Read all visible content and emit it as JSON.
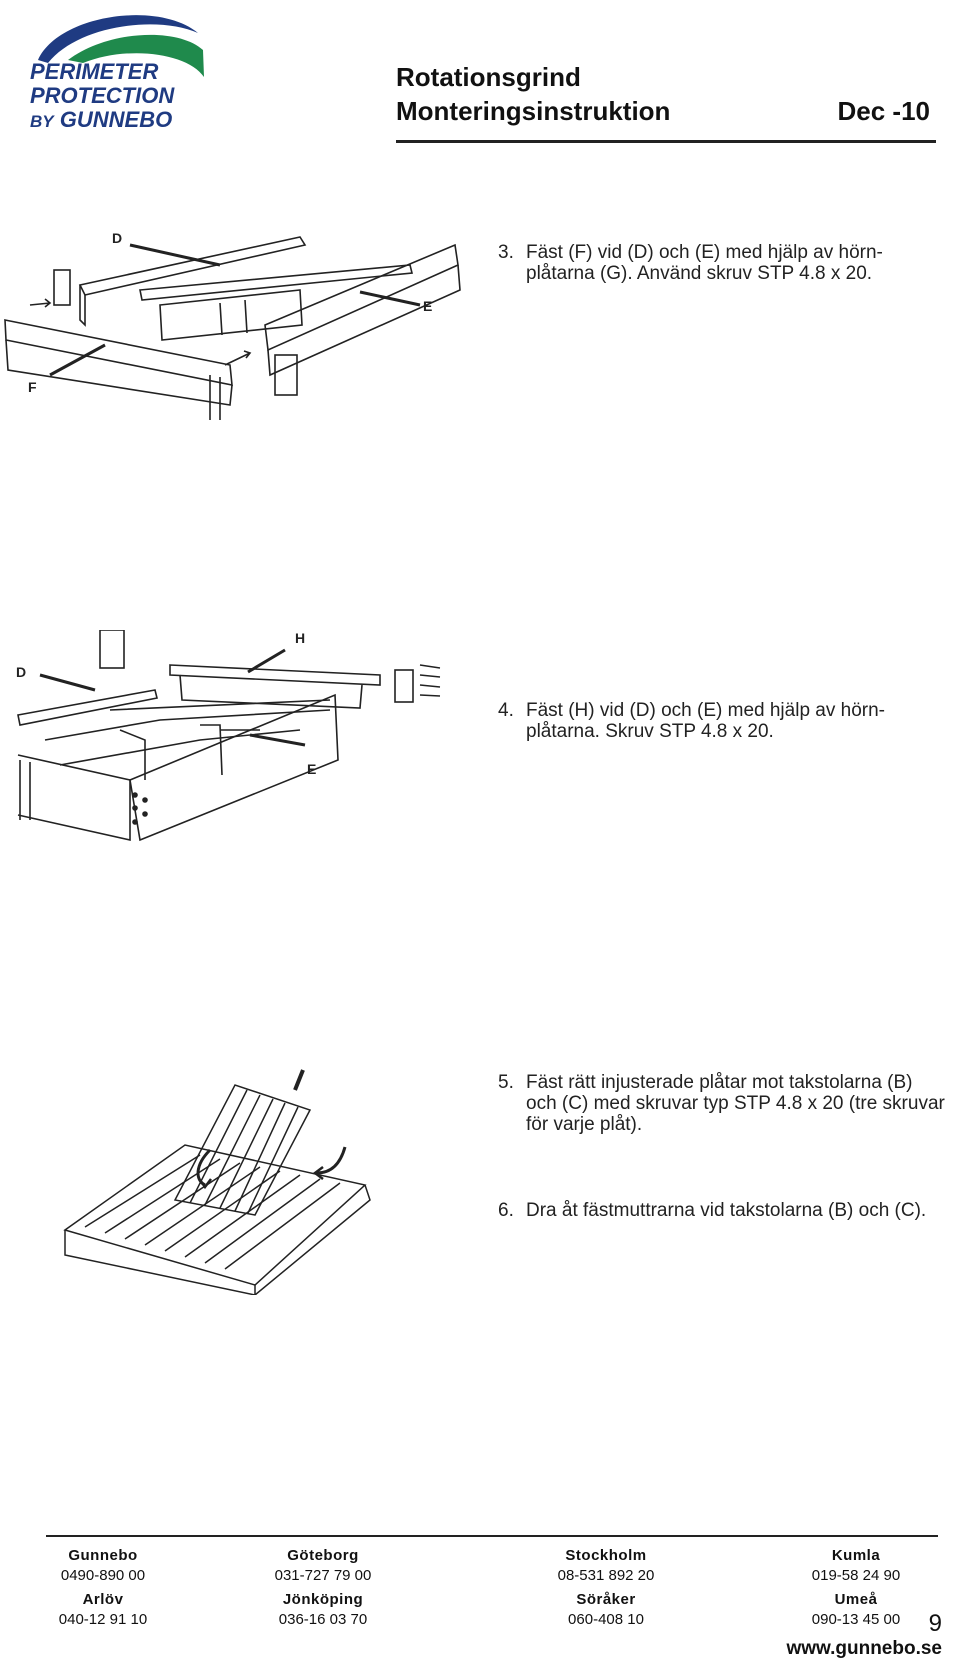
{
  "header": {
    "logo": {
      "line1": "PERIMETER",
      "line2": "PROTECTION",
      "line3_prefix": "BY",
      "line3_brand": "GUNNEBO",
      "colors": {
        "navy": "#1f3b82",
        "green": "#1f8a4c"
      }
    },
    "title_line1": "Rotationsgrind",
    "title_line2": "Monteringsinstruktion",
    "date": "Dec -10"
  },
  "steps": [
    {
      "number": "3.",
      "text": "Fäst (F) vid (D) och (E) med hjälp av hörn-plåtarna (G). Använd skruv STP 4.8 x 20."
    },
    {
      "number": "4.",
      "text": "Fäst (H) vid (D) och (E) med hjälp av hörn-plåtarna. Skruv STP 4.8 x 20."
    },
    {
      "number": "5.",
      "text": "Fäst rätt injusterade plåtar mot takstolarna (B) och (C) med skruvar typ STP 4.8 x 20 (tre skruvar för varje plåt)."
    },
    {
      "number": "6.",
      "text": "Dra åt fästmuttrarna vid takstolarna (B) och (C)."
    }
  ],
  "figures": {
    "fig1_labels": {
      "d": "D",
      "e": "E",
      "f": "F"
    },
    "fig2_labels": {
      "d": "D",
      "e": "E",
      "h": "H"
    }
  },
  "footer": {
    "offices": [
      {
        "city": "Gunnebo",
        "phone": "0490-890 00"
      },
      {
        "city": "Göteborg",
        "phone": "031-727 79 00"
      },
      {
        "city": "Stockholm",
        "phone": "08-531 892 20"
      },
      {
        "city": "Kumla",
        "phone": "019-58 24 90"
      },
      {
        "city": "Arlöv",
        "phone": "040-12 91 10"
      },
      {
        "city": "Jönköping",
        "phone": "036-16 03 70"
      },
      {
        "city": "Söråker",
        "phone": "060-408 10"
      },
      {
        "city": "Umeå",
        "phone": "090-13 45 00"
      }
    ],
    "page_number": "9",
    "website": "www.gunnebo.se"
  }
}
